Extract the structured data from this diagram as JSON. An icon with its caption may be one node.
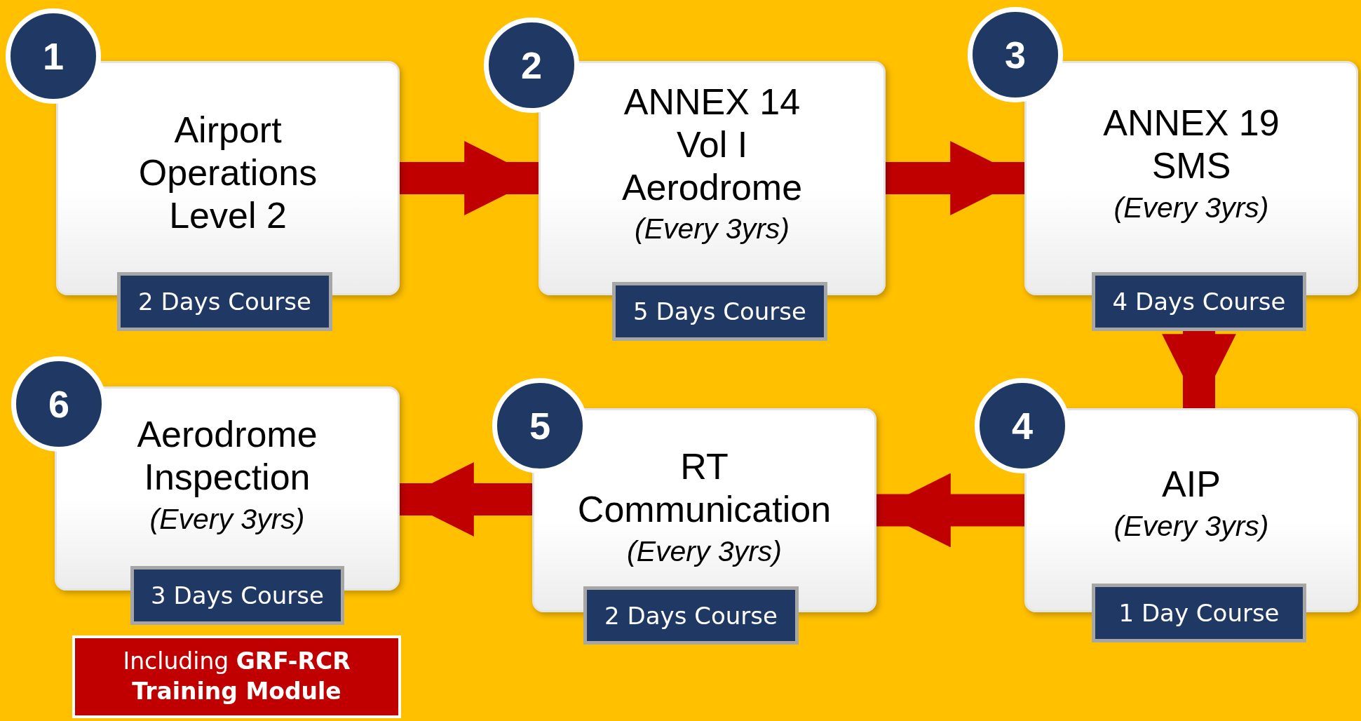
{
  "diagram": {
    "nodes": [
      {
        "text": [
          "Airport Operations Level 2"
        ]
      },
      {
        "text": [
          "1"
        ]
      },
      {
        "text": [
          "2 Days Course"
        ]
      },
      {
        "text": [
          "ANNEX 14 Vol I Aerodrome",
          "(Every 3yrs)"
        ]
      },
      {
        "text": [
          "2"
        ]
      },
      {
        "text": [
          "5 Days Course"
        ]
      },
      {
        "text": [
          "ANNEX 19 SMS",
          "(Every 3yrs)"
        ]
      },
      {
        "text": [
          "3"
        ]
      },
      {
        "text": [
          "4 Days Course"
        ]
      },
      {
        "text": [
          "AIP",
          "(Every 3yrs)"
        ]
      },
      {
        "text": [
          "4"
        ]
      },
      {
        "text": [
          "1 Day Course"
        ]
      },
      {
        "text": [
          "RT Communication",
          "(Every 3yrs)"
        ]
      },
      {
        "text": [
          "5"
        ]
      },
      {
        "text": [
          "2 Days Course"
        ]
      },
      {
        "text": [
          "Aerodrome Inspection",
          "(Every 3yrs)"
        ]
      },
      {
        "text": [
          "6"
        ]
      },
      {
        "text": [
          "3 Days Course"
        ]
      },
      {
        "text": [
          "Including **GRF-RCR Training Module**"
        ]
      }
    ],
    "edges": [
      {
        "from": 0,
        "to": 3,
        "arrow": "to"
      },
      {
        "from": 3,
        "to": 6,
        "arrow": "to"
      },
      {
        "from": 8,
        "to": 9,
        "arrow": "to"
      },
      {
        "from": 9,
        "to": 12,
        "arrow": "to"
      },
      {
        "from": 12,
        "to": 15,
        "arrow": "to"
      }
    ]
  }
}
